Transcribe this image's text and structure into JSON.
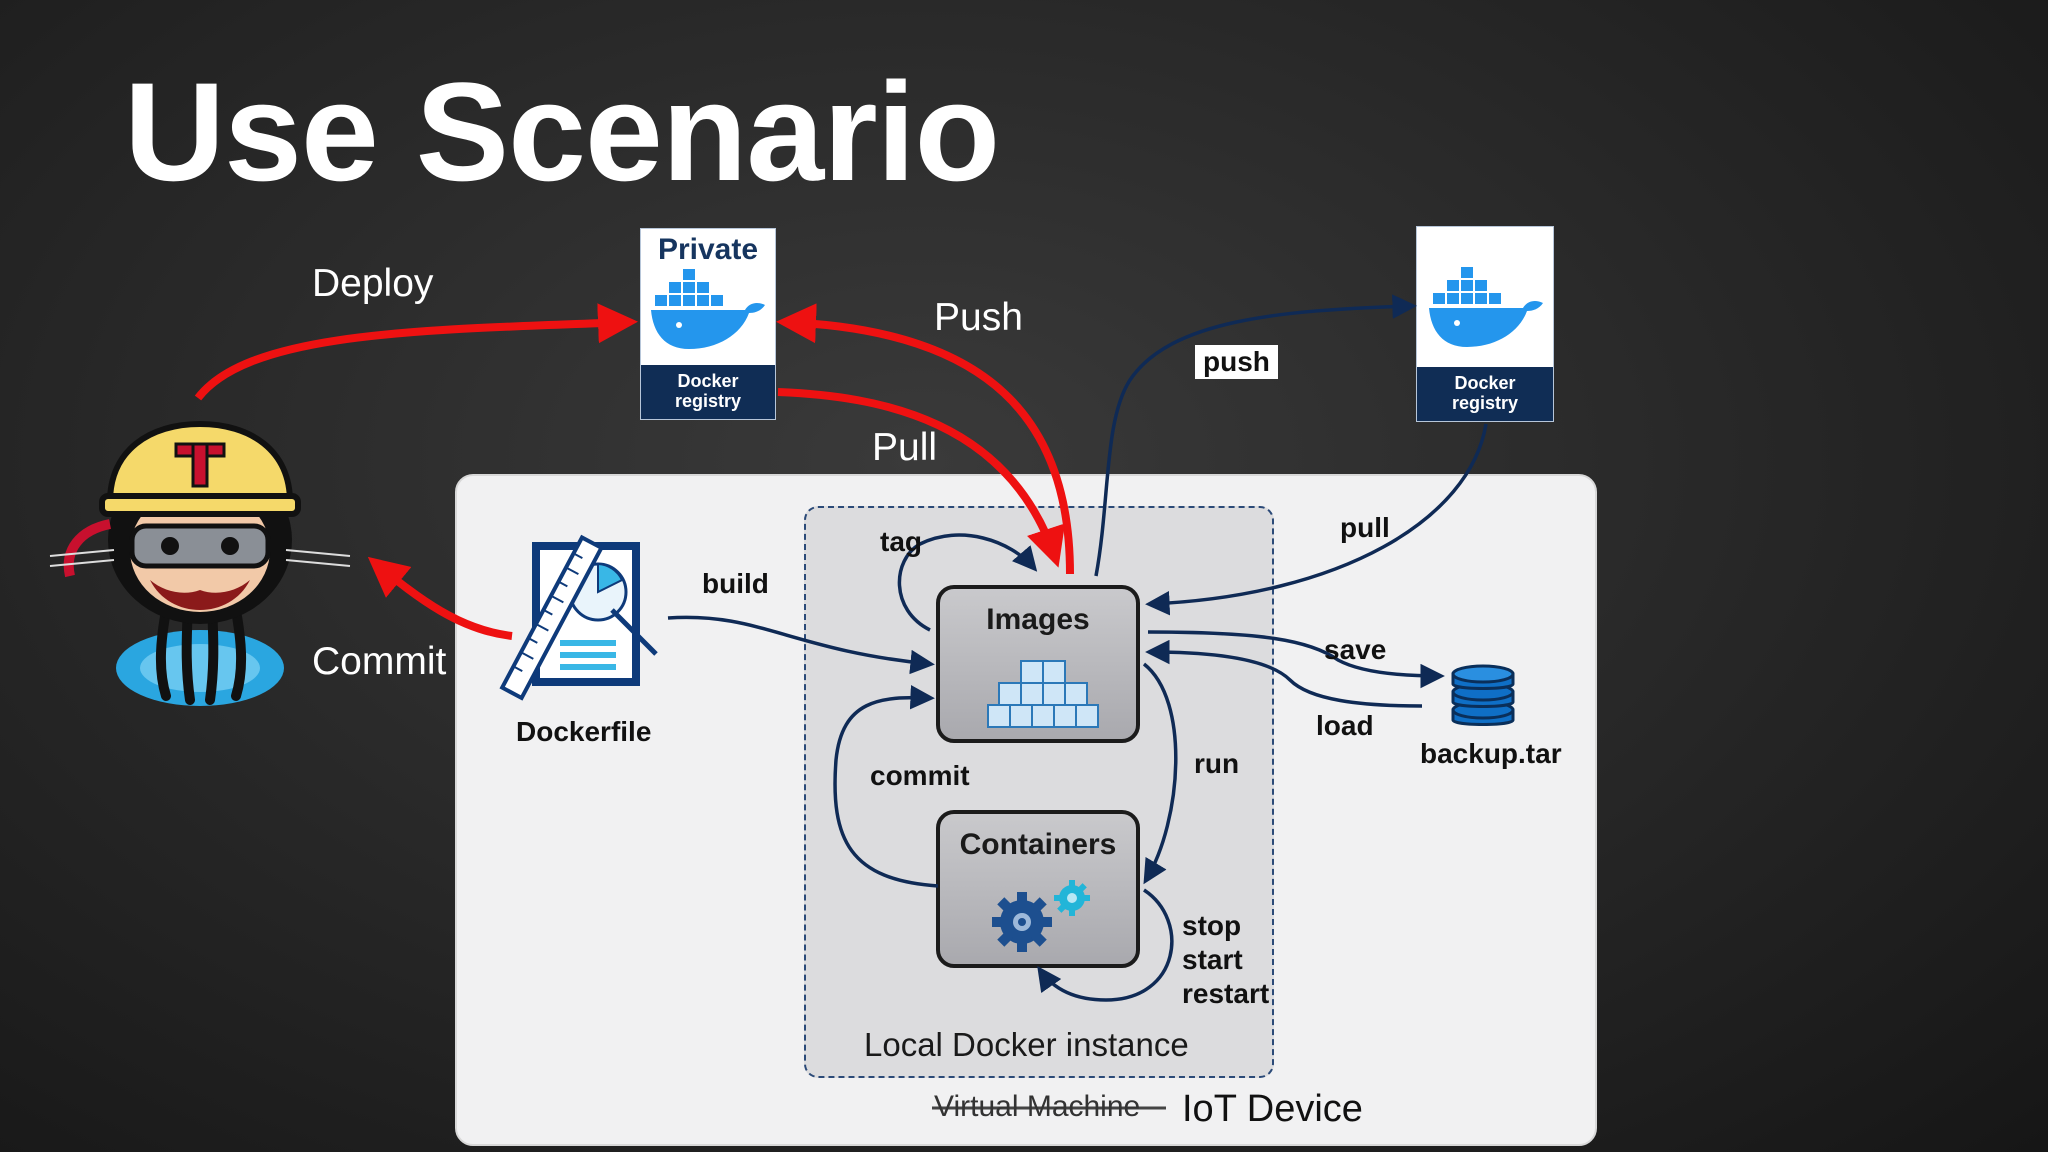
{
  "title": "Use Scenario",
  "labels": {
    "deploy": "Deploy",
    "push_red": "Push",
    "pull_red": "Pull",
    "commit_red": "Commit",
    "build": "build",
    "tag": "tag",
    "images": "Images",
    "containers": "Containers",
    "commit": "commit",
    "run": "run",
    "stop": "stop",
    "start": "start",
    "restart": "restart",
    "push": "push",
    "pull": "pull",
    "save": "save",
    "load": "load",
    "backup": "backup.tar",
    "dockerfile": "Dockerfile",
    "local_instance": "Local Docker instance",
    "vm_struck": "Virtual Machine",
    "iot_device": "IoT Device"
  },
  "registries": {
    "private": {
      "head": "Private",
      "foot1": "Docker",
      "foot2": "registry"
    },
    "public": {
      "foot1": "Docker",
      "foot2": "registry"
    }
  },
  "colors": {
    "red_arrow": "#ee1111",
    "navy_arrow": "#0f2a55",
    "docker_blue": "#2496ed"
  },
  "icons": [
    "jenkins-mascot-icon",
    "docker-whale-icon",
    "dockerfile-icon",
    "image-cubes-icon",
    "gears-icon",
    "database-icon"
  ]
}
